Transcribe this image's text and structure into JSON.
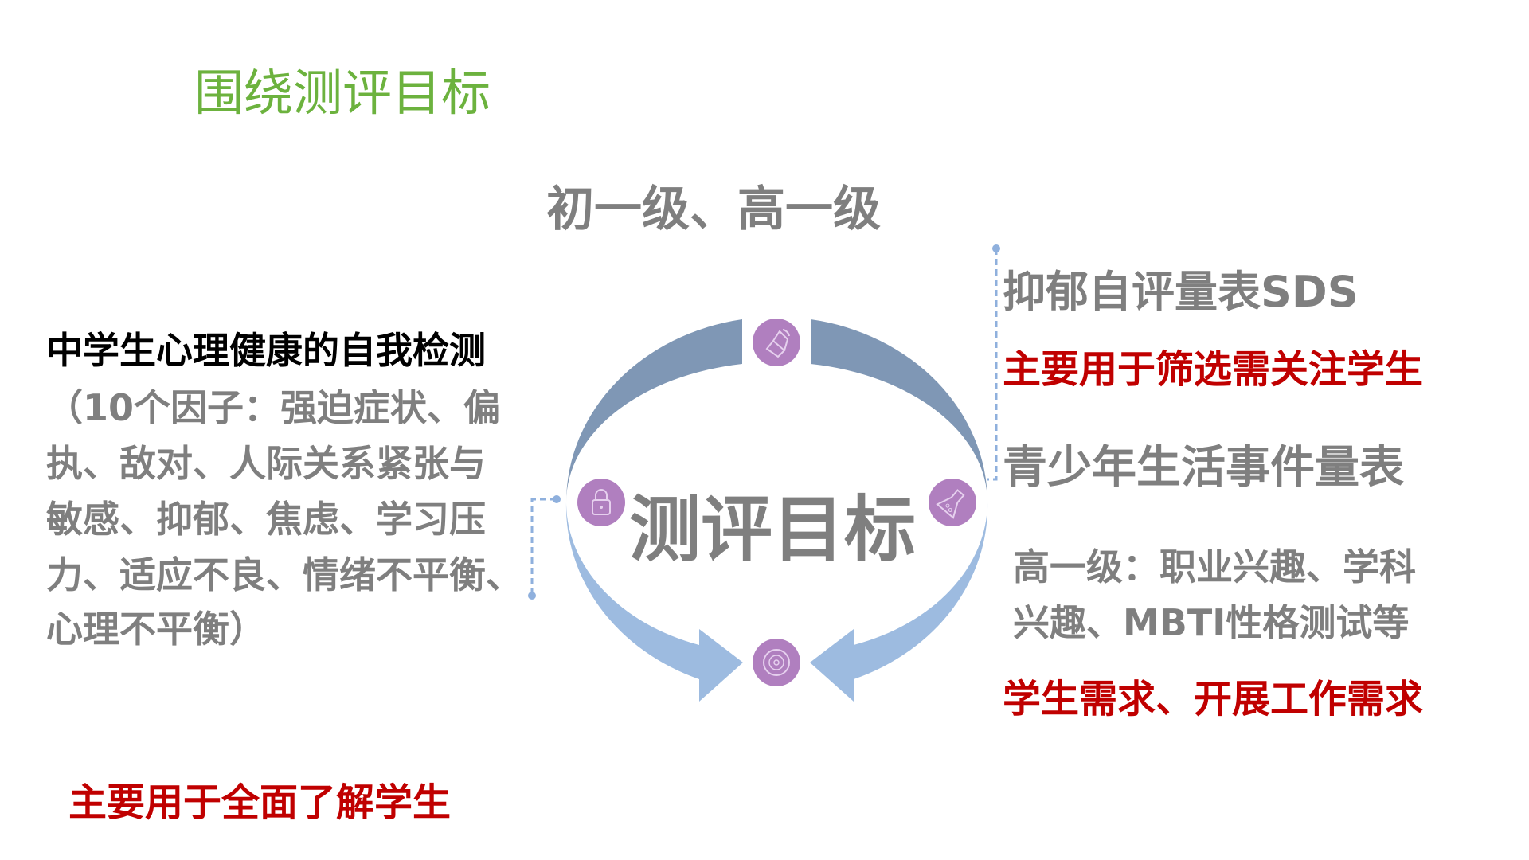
{
  "title": "围绕测评目标",
  "grades": "初一级、高一级",
  "left": {
    "heading": "中学生心理健康的自我检测",
    "lines": [
      "（10个因子：强迫症状、偏",
      "执、敌对、人际关系紧张与",
      "敏感、抑郁、焦虑、学习压",
      "力、适应不良、情绪不平衡、",
      "心理不平衡）"
    ],
    "note": "主要用于全面了解学生"
  },
  "center": {
    "label": "测评目标",
    "icons": [
      "speaker-icon",
      "lock-icon",
      "flask-icon",
      "disc-icon"
    ]
  },
  "right": {
    "scale1": "抑郁自评量表SDS",
    "scale1_note": "主要用于筛选需关注学生",
    "scale2": "青少年生活事件量表",
    "senior_lines": [
      "高一级：职业兴趣、学科",
      "兴趣、MBTI性格测试等"
    ],
    "note": "学生需求、开展工作需求"
  },
  "colors": {
    "green": "#6cb23e",
    "gray": "#7f7f7f",
    "red": "#c00000",
    "dark_arrow": "#7f97b5",
    "light_arrow": "#9dbbe0",
    "icon": "#b07fbf"
  }
}
